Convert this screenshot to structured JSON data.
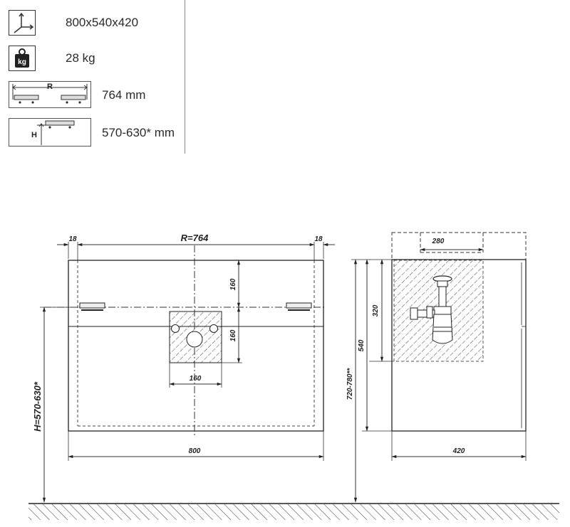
{
  "specs": {
    "dimensions": "800x540x420",
    "weight": "28 kg",
    "weight_icon_label": "kg",
    "rail_distance": "764 mm",
    "rail_icon_label": "R",
    "mount_height": "570-630* mm",
    "height_icon_label": "H"
  },
  "front_view": {
    "margin_left": "18",
    "rail_distance": "R=764",
    "margin_right": "18",
    "height_upper": "160",
    "height_lower": "160",
    "cutout_width": "160",
    "mount_height": "H=570-630*",
    "total_width": "800"
  },
  "side_view": {
    "depth_top": "280",
    "height_320": "320",
    "height_540": "540",
    "total_height": "720-780**",
    "total_depth": "420"
  },
  "icons": [
    "axes-icon",
    "weight-icon",
    "rail-distance-icon",
    "mount-height-icon"
  ]
}
